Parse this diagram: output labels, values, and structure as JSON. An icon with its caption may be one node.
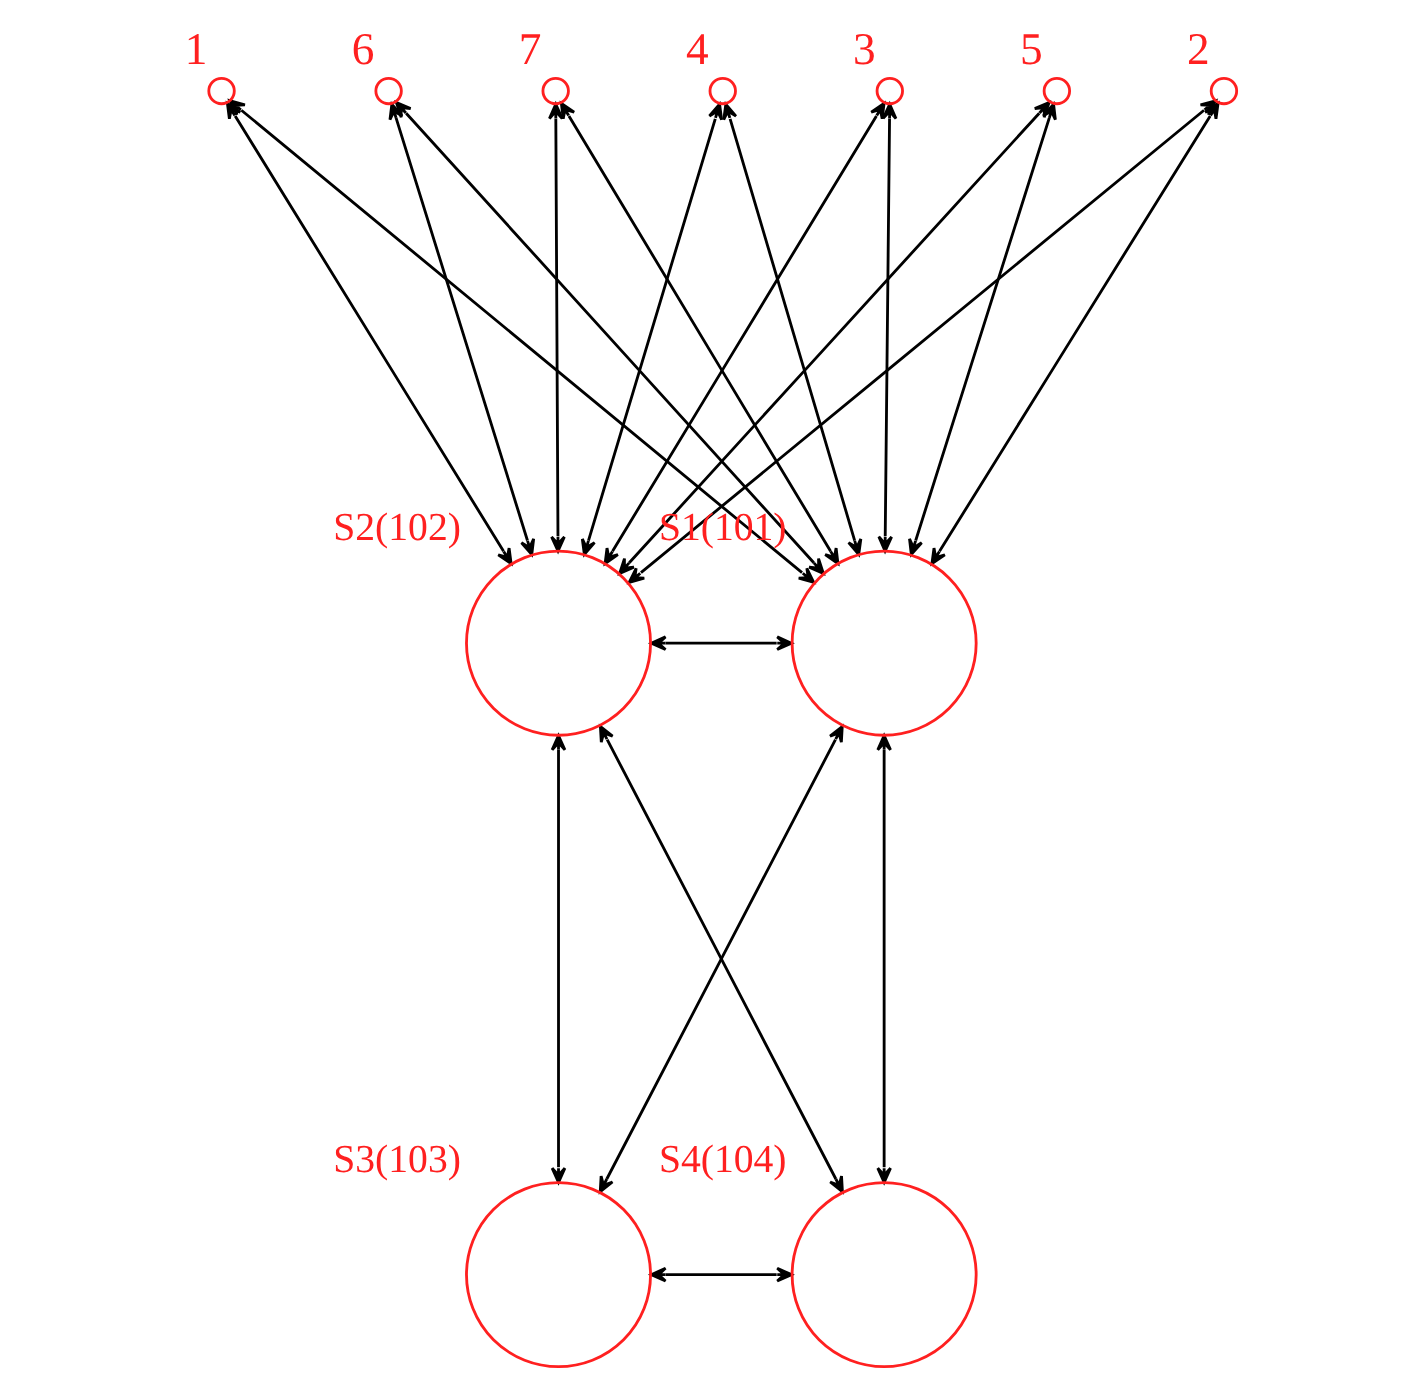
{
  "diagram": {
    "nodes": [
      {
        "text": [],
        "shape": "circle",
        "beside": [
          "6"
        ]
      },
      {
        "text": [],
        "shape": "circle",
        "beside": [
          "7"
        ]
      },
      {
        "text": [],
        "shape": "circle",
        "beside": [
          "4"
        ]
      },
      {
        "text": [],
        "shape": "circle",
        "beside": [
          "3"
        ]
      },
      {
        "text": [],
        "shape": "circle",
        "beside": [
          "5"
        ]
      },
      {
        "text": [],
        "shape": "circle",
        "beside": [
          "2"
        ]
      },
      {
        "text": [],
        "shape": "circle",
        "beside": [
          "S2(102)"
        ]
      },
      {
        "text": [],
        "shape": "circle",
        "beside": [
          "1"
        ]
      },
      {
        "text": [],
        "shape": "circle",
        "beside": [
          "S1(101)"
        ]
      },
      {
        "text": [],
        "shape": "circle",
        "beside": [
          "S3(103)"
        ]
      },
      {
        "text": [],
        "shape": "circle",
        "beside": [
          "S4(104)"
        ]
      }
    ],
    "edges": [
      {
        "from": 0,
        "to": 6,
        "arrow": "both"
      },
      {
        "from": 0,
        "to": 8,
        "arrow": "both"
      },
      {
        "from": 1,
        "to": 6,
        "arrow": "both"
      },
      {
        "from": 1,
        "to": 8,
        "arrow": "both"
      },
      {
        "from": 2,
        "to": 6,
        "arrow": "both"
      },
      {
        "from": 2,
        "to": 8,
        "arrow": "both"
      },
      {
        "from": 3,
        "to": 6,
        "arrow": "both"
      },
      {
        "from": 3,
        "to": 8,
        "arrow": "both"
      },
      {
        "from": 4,
        "to": 6,
        "arrow": "both"
      },
      {
        "from": 4,
        "to": 8,
        "arrow": "both"
      },
      {
        "from": 5,
        "to": 6,
        "arrow": "both"
      },
      {
        "from": 5,
        "to": 8,
        "arrow": "both"
      },
      {
        "from": 7,
        "to": 6,
        "arrow": "both"
      },
      {
        "from": 7,
        "to": 8,
        "arrow": "both"
      },
      {
        "from": 6,
        "to": 8,
        "arrow": "both"
      },
      {
        "from": 6,
        "to": 9,
        "arrow": "both"
      },
      {
        "from": 6,
        "to": 10,
        "arrow": "both"
      },
      {
        "from": 8,
        "to": 9,
        "arrow": "both"
      },
      {
        "from": 8,
        "to": 10,
        "arrow": "both"
      },
      {
        "from": 9,
        "to": 10,
        "arrow": "both"
      }
    ]
  }
}
